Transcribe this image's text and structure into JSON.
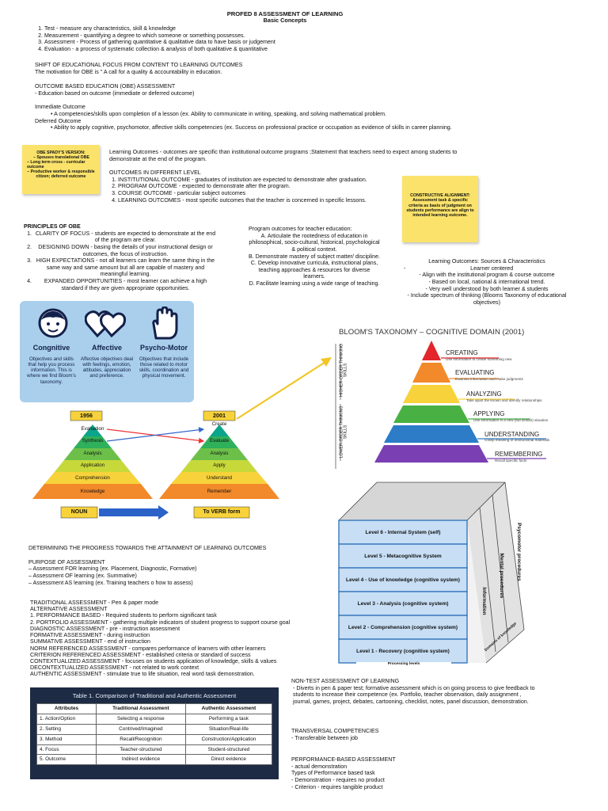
{
  "header": {
    "title": "PROFED 8 ASSESSMENT OF LEARNING",
    "subtitle": "Basic Concepts"
  },
  "basic_concepts": [
    "Test - measure any characteristics, skill & knowledge",
    "Measurement - quantifying a degree to which someone or something possesses.",
    "Assessment - Process of gathering quantitative & qualitative data to have basis or judgement",
    "Evaluation - a process of systematic collection & analysis of both qualitative & quantitative"
  ],
  "shift": {
    "heading": "SHIFT OF EDUCATIONAL FOCUS FROM CONTENT TO LEARNING OUTCOMES",
    "text": "The motivation for OBE is \" A call for a quality & accountability in education."
  },
  "obe": {
    "heading": "OUTCOME BASED EDUCATION (OBE) ASSESSMENT",
    "item": "-  Education based on outcome  (immediate or deferred outcome)",
    "immediate_label": "Immediate Outcome",
    "immediate_text": "A competencies/skills upon completion of a lesson (ex. Ability to communicate in writing, speaking, and solving mathematical problem.",
    "deferred_label": "Deferred Outcome",
    "deferred_text": "Ability to apply cognitive, psychomotor, affective skills competencies (ex. Success on professional practice or occupation as evidence of skills in career planning."
  },
  "spady": {
    "title": "OBE SPADY'S VERSION:",
    "items": [
      "Spouses translational OBE",
      "Long term cross - curricular outcome",
      "Productive worker & responsible citizen; deferred outcome"
    ]
  },
  "learning_outcomes_def": "Learning Outcomes - outcomes are specific than institutional outcome programs ;Statement that teachers need to expect among students to demonstrate at the end of the program.",
  "outcomes_levels": {
    "heading": "OUTCOMES IN DIFFERENT LEVEL",
    "items": [
      "INSTITUTIONAL OUTCOME - graduates of institution are expected to demonstrate after graduation.",
      "PROGRAM OUTCOME - expected to demonstrate after the program.",
      "COURSE OUTCOME - particular subject outcomes",
      "LEARNING OUTCOMES - most specific outcomes that the teacher is concerned in specific lessons."
    ]
  },
  "constructive": {
    "title": "CONSTRUCTIVE ALIGNMENT:",
    "text": "Assessment task & specific criteria as basis of judgment on students performance are align to intended learning outcome."
  },
  "principles": {
    "heading": "PRINCIPLES OF OBE",
    "items": [
      "CLARITY OF FOCUS - students are expected to demonstrate at the end of the program are clear.",
      "DESIGNING DOWN - basing the details of your instructional design or outcomes, the focus of instruction.",
      "HIGH EXPECTATIONS -  not all learners can learn the same thing in the same way and same amount but all are capable of mastery and meaningful learning.",
      "EXPANDED OPPORTUNITIES - most learner can achieve a high standard if they are given appropriate opportunities."
    ]
  },
  "program_outcomes": {
    "heading": "Program outcomes for teacher education:",
    "items": [
      "A. Articulate the rootedness of education in philosophical, socio-cultural, historical, psychological & political context.",
      "B. Demonstrate  mastery of subject matter/ discipline.",
      "C. Develop innovative curricula, instructional plans, teaching approaches & resources for diverse learners.",
      "D. Facilitate learning using a wide range of teaching."
    ]
  },
  "lo_sources": {
    "heading": "Learning Outcomes: Sources & Characteristics",
    "items": [
      "Learner centered",
      "Align with the institutional program & course outcome",
      "Based on local, national & international trend.",
      "Very well understood by both learner & students",
      "Include spectrum of thinking (Blooms Taxonomy of educational objectives)"
    ]
  },
  "domains": [
    {
      "title": "Congnitive",
      "text": "Objectives and skills that help you process information. This is where we find Bloom's taxonomy.",
      "icon": "face-icon"
    },
    {
      "title": "Affective",
      "text": "Affective objectives deal with feelings, emotion, attitudes, appreciation and preference.",
      "icon": "hearts-icon"
    },
    {
      "title": "Psycho-Motor",
      "text": "Objectives that include those related to motor skills, coordination and physical movement.",
      "icon": "hand-icon"
    }
  ],
  "pyramids": {
    "year_old": "1956",
    "year_new": "2001",
    "old_levels": [
      "Evaluation",
      "Synthesis",
      "Analysis",
      "Application",
      "Comprehension",
      "Knowledge"
    ],
    "new_levels": [
      "Create",
      "Evaluate",
      "Analysis",
      "Apply",
      "Understand",
      "Remember"
    ],
    "noun": "NOUN",
    "verb": "To VERB form"
  },
  "bloom": {
    "title": "BLOOM'S TAXONOMY – COGNITIVE DOMAIN (2001)",
    "higher": "HIGHER-ORDER THINKING SKILLS",
    "lower": "LOWER-ORDER THINKING SKILLS",
    "levels": [
      {
        "name": "CREATING",
        "desc": "Use information to create something new",
        "color": "#e3262b"
      },
      {
        "name": "EVALUATING",
        "desc": "Examine information and make judgments",
        "color": "#f2892a"
      },
      {
        "name": "ANALYZING",
        "desc": "Take apart the known and identify relationships",
        "color": "#f7d23a"
      },
      {
        "name": "APPLYING",
        "desc": "Use information in a new (but similar) situation",
        "color": "#49b044"
      },
      {
        "name": "UNDERSTANDING",
        "desc": "Grasp meaning of instructional materials",
        "color": "#2c7cc8"
      },
      {
        "name": "REMEMBERING",
        "desc": "Recall specific facts",
        "color": "#7a3fb3"
      }
    ]
  },
  "cube": {
    "levels": [
      "Level 6 - Internal System (self)",
      "Level 5 - Metacognitive System",
      "Level 4 - Use of knowledge (cognitive system)",
      "Level 3 - Analysis (cognitive system)",
      "Level 2 - Comprehension (cognitive system)",
      "Level 1 - Recovery (cognitive system)"
    ],
    "side": [
      "Information",
      "Mental procedures",
      "Psycomotor procedures"
    ],
    "bottom": "Processing levels",
    "diagonal": "Domains of knowledge"
  },
  "progress": {
    "heading": "DETERMINING THE PROGRESS  TOWARDS THE ATTAINMENT OF LEARNING OUTCOMES",
    "purpose_heading": "PURPOSE OF ASSESSMENT",
    "purpose_items": [
      "Assessment FOR learning (ex. Placement, Diagnostic, Formative)",
      "Assessment OF learning (ex. Summative)",
      "Assessment AS learning (ex. Training teachers o how to assess)"
    ]
  },
  "types": [
    "TRADITIONAL ASSESSMENT - Pen & paper mode",
    "ALTERNATIVE ASSESSMENT",
    "1.    PERFORMANCE BASED - Required students to perform significant task",
    "2.    PORTFOLIO ASSESSMENT - gathering multiple indicators of student progress to support course goal",
    "DIAGNOSTIC ASSESSMENT - pre - instruction assessment",
    "FORMATIVE ASSESSMENT - during instruction",
    "SUMMATIVE ASSESSMENT - end of instruction",
    "NORM REFERENCED ASSESSMENT - compares performance of learners with other learners",
    "CRITERION REFERENCED ASSESSMENT - established criteria or standard of success",
    "CONTEXTUALIZED ASSESSMENT - focuses on students application of knowledge, skills & values",
    "DECONTEXTUALIZED ASSESSMENT - not related to work context",
    "AUTHENTIC ASSESSMENT - stimulate true to life situation, real word task demonstration."
  ],
  "table": {
    "caption": "Table 1. Comparison of Traditional and Authentic Assessment",
    "headers": [
      "Attributes",
      "Traditional Assessment",
      "Authentic Assessment"
    ],
    "rows": [
      [
        "1.   Action/Option",
        "Selecting a response",
        "Performing a task"
      ],
      [
        "2.   Setting",
        "Contrived/Imagined",
        "Situation/Real-life"
      ],
      [
        "3.   Method",
        "Recall/Recognition",
        "Construction/Application"
      ],
      [
        "4.   Focus",
        "Teacher-structured",
        "Student-structured"
      ],
      [
        "5.   Outcome",
        "Indirect evidence",
        "Direct evidence"
      ]
    ]
  },
  "nontest": {
    "heading": "NON-TEST ASSESSMENT OF LEARNING",
    "text": "-  Diverts in pen & paper test; formative assessment which is on going process to give feedback to students to increase their competence (ex. Portfolio, teacher observation, daily assignment , journal, games,  project, debates, cartooning, checklist, notes, panel discussion, demonstration."
  },
  "transversal": {
    "heading": "TRANSVERSAL COMPETENCIES",
    "text": "-  Transferable between job"
  },
  "performance": {
    "heading": "PERFORMANCE-BASED ASSESSMENT",
    "line1": " - actual demonstration",
    "line2": "Types of Performance based task",
    "line3": "-  Demonstration - requires no product",
    "line4": "-  Criterion - requires tangible product"
  }
}
